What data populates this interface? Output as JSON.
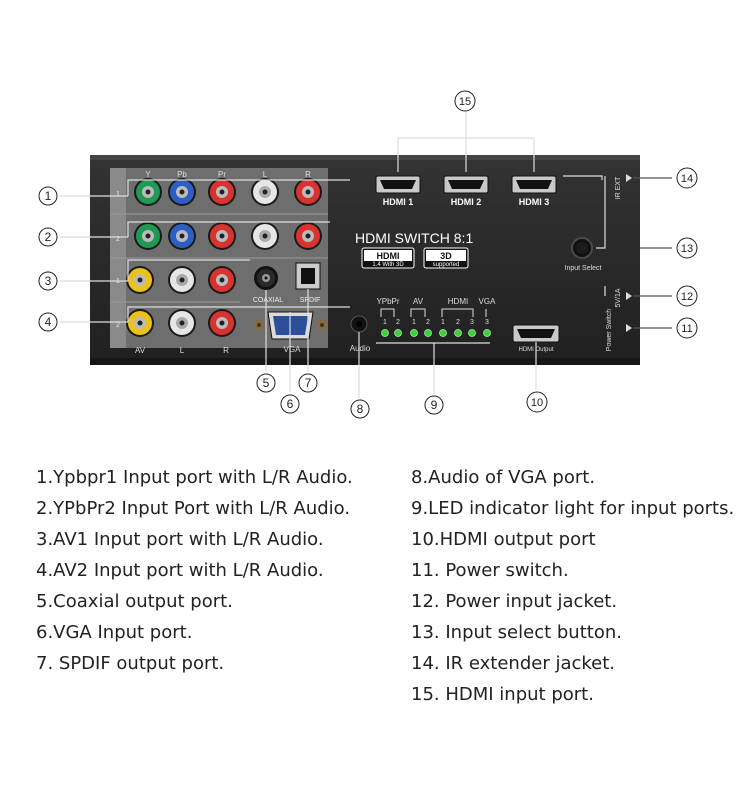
{
  "device": {
    "title": "HDMI SWITCH 8:1",
    "hdmi_badge": "HDMI",
    "hdmi_badge_sub": "1.4 With 3D",
    "badge_3d": "3D",
    "badge_3d_sub": "supported",
    "hdmi_inputs": [
      "HDMI 1",
      "HDMI 2",
      "HDMI 3"
    ],
    "component_headers": [
      "Y",
      "Pb",
      "Pr",
      "L",
      "R"
    ],
    "row_numbers": [
      "1",
      "2",
      "1",
      "2"
    ],
    "bottom_labels": [
      "AV",
      "L",
      "R"
    ],
    "coaxial_label": "COAXIAL",
    "spdif_label": "SPDIF",
    "vga_label": "VGA",
    "audio_label": "Audio",
    "input_select_label": "Input Select",
    "ir_ext_label": "IR EXT",
    "power_label": "5V/1A",
    "power_switch_label": "Power Switch",
    "hdmi_output_label": "HDMI Output",
    "led_groups": [
      "YPbPr",
      "AV",
      "HDMI",
      "VGA"
    ],
    "led_numbers": [
      "1",
      "2",
      "1",
      "2",
      "1",
      "2",
      "3",
      "3"
    ]
  },
  "callouts": [
    "1",
    "2",
    "3",
    "4",
    "5",
    "6",
    "7",
    "8",
    "9",
    "10",
    "11",
    "12",
    "13",
    "14",
    "15"
  ],
  "legend_left": [
    "1.Ypbpr1 Input port with L/R Audio.",
    "2.YPbPr2 Input Port with L/R Audio.",
    "3.AV1 Input port with L/R Audio.",
    "4.AV2 Input port with L/R Audio.",
    "5.Coaxial output port.",
    "6.VGA Input port.",
    "7. SPDIF output port."
  ],
  "legend_right": [
    "8.Audio of VGA port.",
    "9.LED indicator light for input ports.",
    "10.HDMI output port",
    "11. Power switch.",
    "12. Power input jacket.",
    "13. Input select button.",
    "14. IR extender jacket.",
    "15. HDMI input port."
  ],
  "colors": {
    "panel": "#2b2b2b",
    "green_jack": "#1f9a55",
    "blue_jack": "#2c5fc4",
    "red_jack": "#d8332f",
    "white_jack": "#e6e6e6",
    "yellow_jack": "#e9c21a",
    "led": "#3fcf3a"
  }
}
